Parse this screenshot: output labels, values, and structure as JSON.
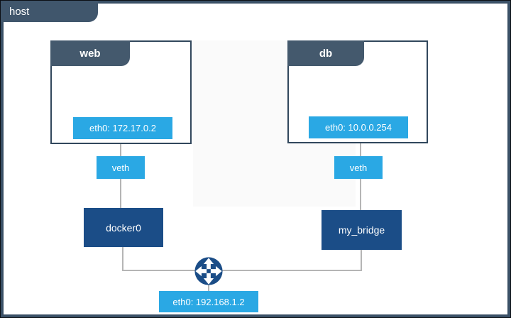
{
  "host": {
    "label": "host",
    "interface_label": "eth0: 192.168.1.2"
  },
  "containers": [
    {
      "name": "web",
      "interface_label": "eth0: 172.17.0.2",
      "veth_label": "veth",
      "bridge_label": "docker0"
    },
    {
      "name": "db",
      "interface_label": "eth0: 10.0.0.254",
      "veth_label": "veth",
      "bridge_label": "my_bridge"
    }
  ],
  "icons": {
    "router": "router-icon"
  },
  "colors": {
    "accent_blue": "#2aa8e4",
    "navy": "#1b4d87",
    "slate_header": "#44596d",
    "host_border": "#3a5066",
    "connector_line": "#b5b5b5",
    "background": "#ffffff"
  }
}
